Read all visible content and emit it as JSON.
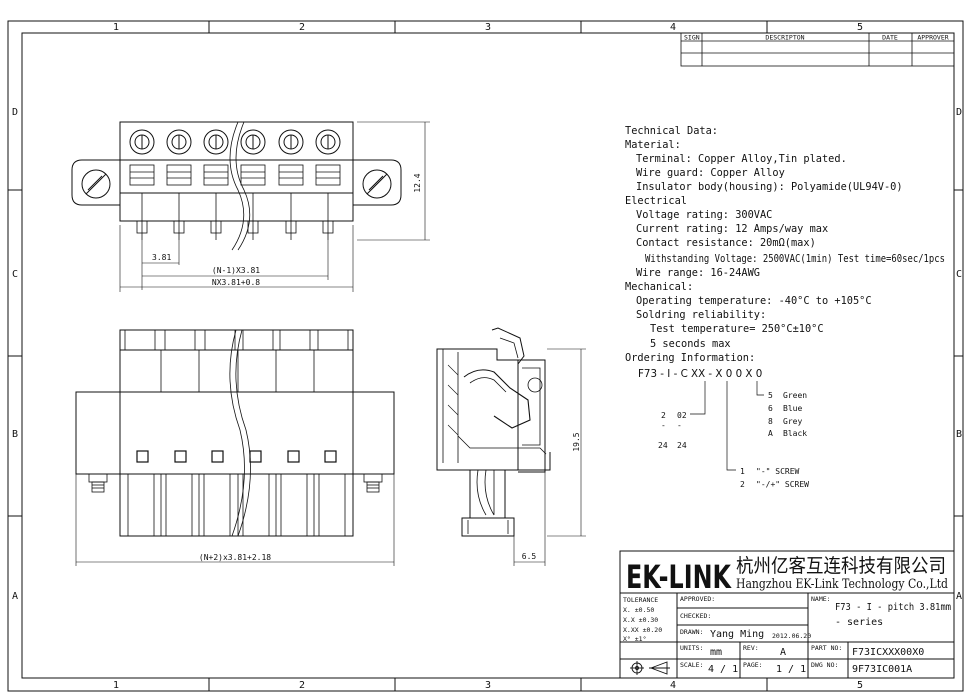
{
  "frame": {
    "col_labels": [
      "1",
      "2",
      "3",
      "4",
      "5"
    ],
    "row_labels": [
      "D",
      "C",
      "B",
      "A"
    ]
  },
  "revision_table": {
    "headers": [
      "SIGN",
      "DESCRIPTON",
      "DATE",
      "APPROVER"
    ]
  },
  "dimensions": {
    "pitch": "3.81",
    "span_n1": "(N-1)X3.81",
    "span_n": "NX3.81+0.8",
    "height_top": "12.4",
    "span_bottom": "(N+2)x3.81+2.18",
    "height_side": "19.5",
    "depth_side": "6.5"
  },
  "technical": [
    {
      "text": "Technical Data:",
      "indent": 0
    },
    {
      "text": "Material:",
      "indent": 0
    },
    {
      "text": "Terminal: Copper Alloy,Tin plated.",
      "indent": 1
    },
    {
      "text": "Wire guard: Copper Alloy",
      "indent": 1
    },
    {
      "text": "Insulator body(housing): Polyamide(UL94V-0)",
      "indent": 1
    },
    {
      "text": "Electrical",
      "indent": 0
    },
    {
      "text": "Voltage rating: 300VAC",
      "indent": 1
    },
    {
      "text": "Current rating: 12 Amps/way max",
      "indent": 1
    },
    {
      "text": "Contact resistance: 20mΩ(max)",
      "indent": 1
    },
    {
      "text": "Withstanding Voltage: 2500VAC(1min) Test time=60sec/1pcs",
      "indent": 2
    },
    {
      "text": "Wire range: 16-24AWG",
      "indent": 1
    },
    {
      "text": "Mechanical:",
      "indent": 0
    },
    {
      "text": "Operating temperature: -40°C to +105°C",
      "indent": 1
    },
    {
      "text": "Soldring reliability:",
      "indent": 1
    },
    {
      "text": "Test temperature= 250°C±10°C",
      "indent": 3
    },
    {
      "text": "5 seconds max",
      "indent": 2
    },
    {
      "text": "Ordering Information:",
      "indent": 0
    }
  ],
  "ordering": {
    "code": "F73 - I - C XX - X 0 0 X  0",
    "colors": [
      {
        "code": "5",
        "name": "Green"
      },
      {
        "code": "6",
        "name": "Blue"
      },
      {
        "code": "8",
        "name": "Grey"
      },
      {
        "code": "A",
        "name": "Black"
      }
    ],
    "ways_rows": [
      [
        "2",
        "02"
      ],
      [
        "-",
        "-"
      ],
      [
        "24",
        "24"
      ]
    ],
    "screw": [
      {
        "code": "1",
        "name": "\"-\" SCREW"
      },
      {
        "code": "2",
        "name": "\"-/+\" SCREW"
      }
    ]
  },
  "title_block": {
    "logo": "EK-LINK",
    "company_cn": "杭州亿客互连科技有限公司",
    "company_en": "Hangzhou EK-Link Technology Co.,Ltd",
    "tolerance_label": "TOLERANCE",
    "tolerances": [
      "X.  ±0.50",
      "X.X  ±0.30",
      "X.XX ±0.20",
      "X°   ±1°"
    ],
    "approved_label": "APPROVED:",
    "checked_label": "CHECKED:",
    "drawn_label": "DRAWN:",
    "drawn_by": "Yang Ming",
    "drawn_date": "2012.06.20",
    "units_label": "UNITS:",
    "units": "mm",
    "rev_label": "REV:",
    "rev": "A",
    "scale_label": "SCALE:",
    "scale": "4 / 1",
    "page_label": "PAGE:",
    "page": "1 / 1",
    "name_label": "NAME:",
    "name_line1": "F73 - I  - pitch 3.81mm",
    "name_line2": "- series",
    "part_label": "PART NO:",
    "part_no": "F73ICXXX00X0",
    "dwg_label": "DWG NO:",
    "dwg_no": "9F73IC001A"
  }
}
